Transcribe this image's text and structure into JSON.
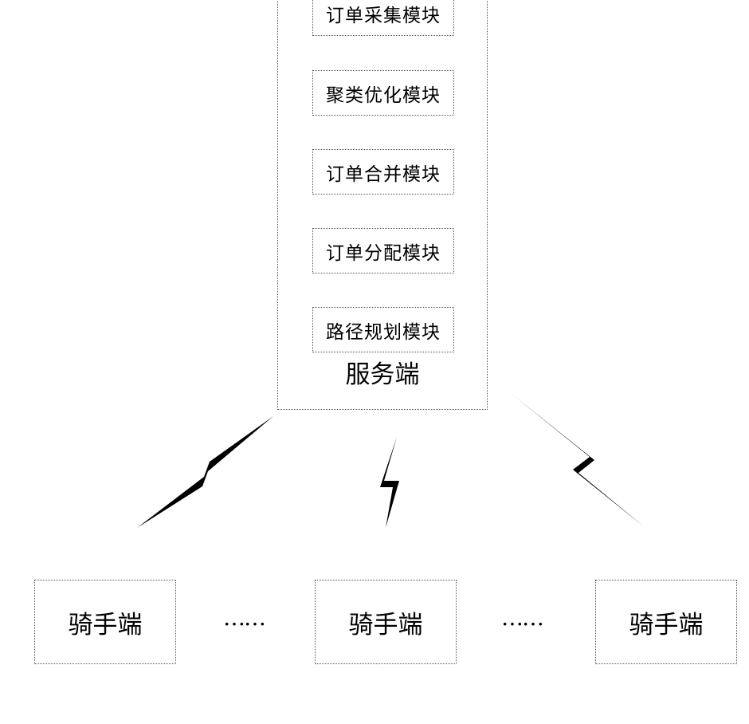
{
  "server": {
    "label": "服务端",
    "modules": [
      "订单采集模块",
      "聚类优化模块",
      "订单合并模块",
      "订单分配模块",
      "路径规划模块"
    ]
  },
  "riders": [
    "骑手端",
    "骑手端",
    "骑手端"
  ],
  "ellipsis": [
    "……",
    "……"
  ]
}
